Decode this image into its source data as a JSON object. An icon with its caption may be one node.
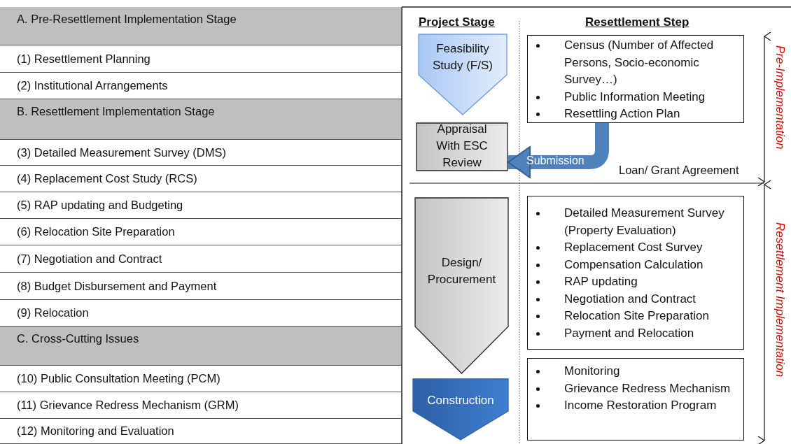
{
  "diagram": {
    "nodes": [
      {
        "text": [
          "Feasibility Study (F/S)"
        ]
      },
      {
        "text": [
          "Census (Number of Affected Persons, Socio-economic Survey…)",
          "Public Information Meeting",
          "Resettling Action Plan"
        ]
      },
      {
        "text": [
          "Appraisal With ESC Review"
        ]
      },
      {
        "text": [
          "Design/ Procurement"
        ]
      },
      {
        "text": [
          "Detailed Measurement Survey (Property Evaluation)",
          "Replacement Cost Survey",
          "Compensation Calculation",
          "RAP updating",
          "Negotiation and Contract",
          "Relocation Site Preparation",
          "Payment and Relocation"
        ]
      },
      {
        "text": [
          "Construction"
        ]
      },
      {
        "text": [
          "Monitoring",
          "Grievance Redress Mechanism",
          "Income Restoration Program"
        ]
      }
    ],
    "edges": [
      {
        "from": 1,
        "to": 2,
        "arrow": "to",
        "label": "Submission"
      }
    ],
    "labels": [
      "A. Pre-Resettlement Implementation Stage",
      "(1)  Resettlement Planning",
      "(2) Institutional Arrangements",
      "B. Resettlement Implementation Stage",
      "(3) Detailed Measurement Survey (DMS)",
      "(4) Replacement Cost Study (RCS)",
      "(5) RAP updating and Budgeting",
      "(6) Relocation Site Preparation",
      "(7) Negotiation and Contract",
      "(8) Budget Disbursement and Payment",
      "(9) Relocation",
      "C. Cross-Cutting Issues",
      "(10) Public Consultation Meeting (PCM)",
      "(11) Grievance Redress Mechanism (GRM)",
      "(12) Monitoring and Evaluation",
      "Project Stage",
      "Resettlement Step",
      "Pre-Implementation",
      "Loan/ Grant Agreement",
      "Resettlement Implementation"
    ]
  }
}
